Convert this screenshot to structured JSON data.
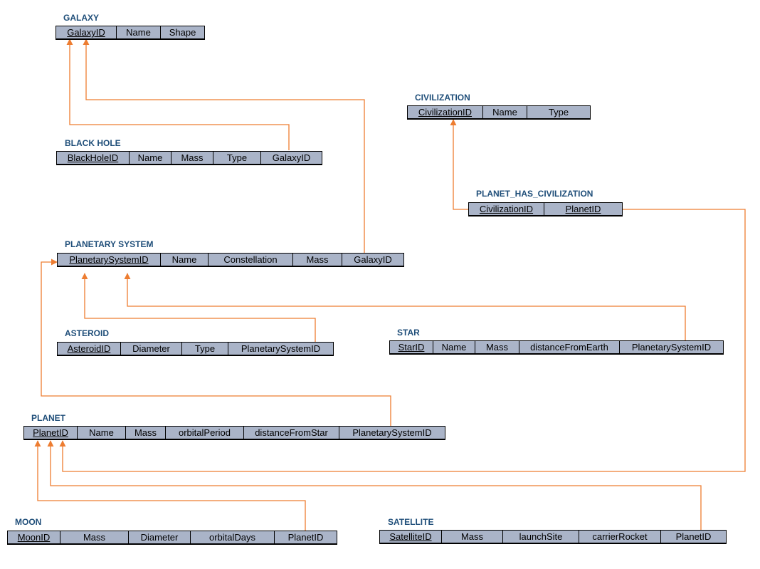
{
  "colors": {
    "connector": "#ed7d31",
    "title": "#1f4e79",
    "cell": "#aab4c8"
  },
  "tables": {
    "galaxy": {
      "title": "GALAXY",
      "fields": [
        "GalaxyID",
        "Name",
        "Shape"
      ]
    },
    "black_hole": {
      "title": "BLACK HOLE",
      "fields": [
        "BlackHoleID",
        "Name",
        "Mass",
        "Type",
        "GalaxyID"
      ]
    },
    "civilization": {
      "title": "CIVILIZATION",
      "fields": [
        "CivilizationID",
        "Name",
        "Type"
      ]
    },
    "planet_has_civilization": {
      "title": "PLANET_HAS_CIVILIZATION",
      "fields": [
        "CivilizationID",
        "PlanetID"
      ]
    },
    "planetary_system": {
      "title": "PLANETARY SYSTEM",
      "fields": [
        "PlanetarySystemID",
        "Name",
        "Constellation",
        "Mass",
        "GalaxyID"
      ]
    },
    "asteroid": {
      "title": "ASTEROID",
      "fields": [
        "AsteroidID",
        "Diameter",
        "Type",
        "PlanetarySystemID"
      ]
    },
    "star": {
      "title": "STAR",
      "fields": [
        "StarID",
        "Name",
        "Mass",
        "distanceFromEarth",
        "PlanetarySystemID"
      ]
    },
    "planet": {
      "title": "PLANET",
      "fields": [
        "PlanetID",
        "Name",
        "Mass",
        "orbitalPeriod",
        "distanceFromStar",
        "PlanetarySystemID"
      ]
    },
    "moon": {
      "title": "MOON",
      "fields": [
        "MoonID",
        "Mass",
        "Diameter",
        "orbitalDays",
        "PlanetID"
      ]
    },
    "satellite": {
      "title": "SATELLITE",
      "fields": [
        "SatelliteID",
        "Mass",
        "launchSite",
        "carrierRocket",
        "PlanetID"
      ]
    }
  }
}
